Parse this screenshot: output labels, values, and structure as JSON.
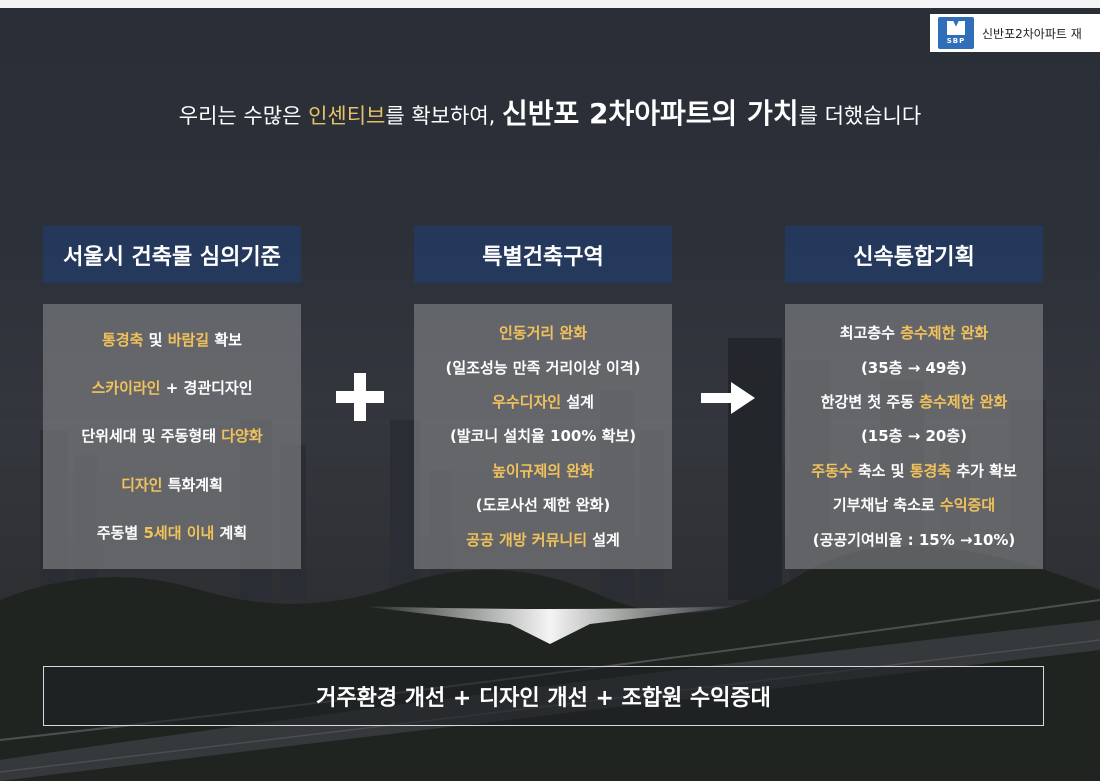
{
  "brand": {
    "logo_abbr": "SBP",
    "title": "신반포2차아파트 재"
  },
  "headline": {
    "part1": "우리는 수많은 ",
    "part2_highlight": "인센티브",
    "part3": "를 확보하여, ",
    "part4_big": "신반포 2차아파트의 가치",
    "part5": "를 더했습니다"
  },
  "columns": [
    {
      "header": "서울시 건축물 심의기준",
      "lines": [
        [
          {
            "t": "통경축",
            "g": true
          },
          {
            "t": " 및 ",
            "g": false
          },
          {
            "t": "바람길",
            "g": true
          },
          {
            "t": " 확보",
            "g": false
          }
        ],
        [
          {
            "t": "스카이라인",
            "g": true
          },
          {
            "t": " + 경관디자인",
            "g": false
          }
        ],
        [
          {
            "t": "단위세대 및 주동형태 ",
            "g": false
          },
          {
            "t": "다양화",
            "g": true
          }
        ],
        [
          {
            "t": "디자인",
            "g": true
          },
          {
            "t": " 특화계획",
            "g": false
          }
        ],
        [
          {
            "t": "주동별 ",
            "g": false
          },
          {
            "t": "5세대 이내",
            "g": true
          },
          {
            "t": " 계획",
            "g": false
          }
        ]
      ]
    },
    {
      "header": "특별건축구역",
      "lines": [
        [
          {
            "t": "인동거리 완화",
            "g": true
          }
        ],
        [
          {
            "t": "(일조성능 만족 거리이상 이격)",
            "g": false
          }
        ],
        [
          {
            "t": "우수디자인",
            "g": true
          },
          {
            "t": " 설계",
            "g": false
          }
        ],
        [
          {
            "t": "(발코니 설치율 100% 확보)",
            "g": false
          }
        ],
        [
          {
            "t": "높이규제의 완화",
            "g": true
          }
        ],
        [
          {
            "t": "(도로사선 제한 완화)",
            "g": false
          }
        ],
        [
          {
            "t": "공공 개방 커뮤니티",
            "g": true
          },
          {
            "t": " 설계",
            "g": false
          }
        ]
      ]
    },
    {
      "header": "신속통합기획",
      "lines": [
        [
          {
            "t": "최고층수 ",
            "g": false
          },
          {
            "t": "층수제한 완화",
            "g": true
          }
        ],
        [
          {
            "t": "(35층 → 49층)",
            "g": false
          }
        ],
        [
          {
            "t": "한강변 첫 주동 ",
            "g": false
          },
          {
            "t": "층수제한 완화",
            "g": true
          }
        ],
        [
          {
            "t": "(15층 → 20층)",
            "g": false
          }
        ],
        [
          {
            "t": "주동수",
            "g": true
          },
          {
            "t": " 축소 및 ",
            "g": false
          },
          {
            "t": "통경축",
            "g": true
          },
          {
            "t": " 추가 확보",
            "g": false
          }
        ],
        [
          {
            "t": "기부채납 축소로 ",
            "g": false
          },
          {
            "t": "수익증대",
            "g": true
          }
        ],
        [
          {
            "t": "(공공기여비율 : 15% →10%)",
            "g": false
          }
        ]
      ]
    }
  ],
  "summary": "거주환경 개선 + 디자인 개선 + 조합원 수익증대",
  "colors": {
    "header_bg": "#243a60",
    "highlight": "#f1c25b",
    "headline_highlight": "#e8c26a"
  },
  "icons": [
    "plus-icon",
    "arrow-right-icon",
    "down-arrow-icon"
  ]
}
